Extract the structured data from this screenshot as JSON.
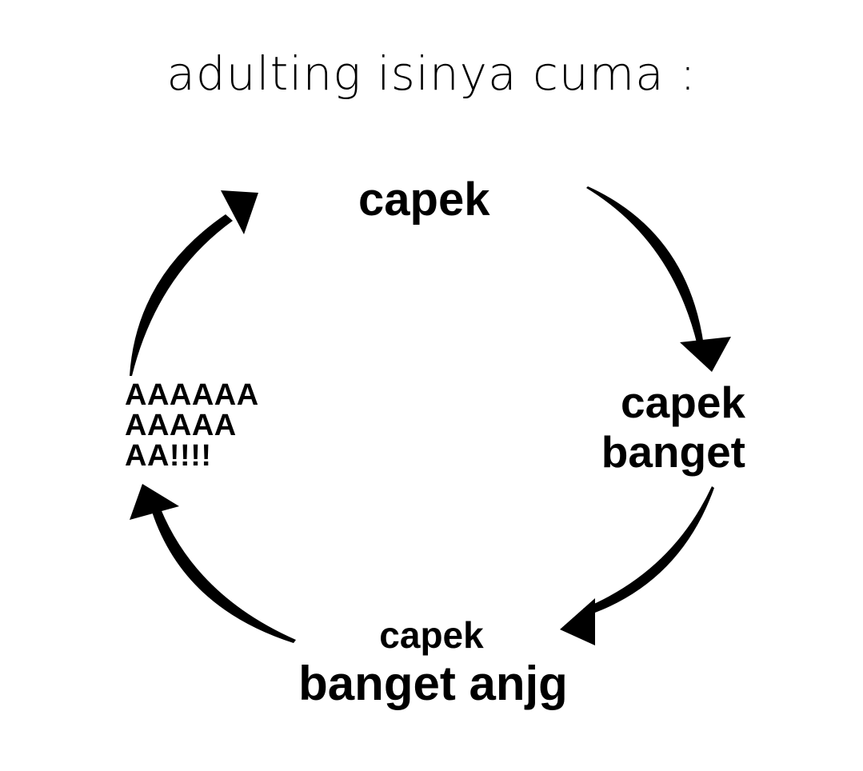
{
  "title": "adulting isinya cuma :",
  "cycle": {
    "top": "capek",
    "right": [
      "capek",
      "banget"
    ],
    "bottom": [
      "capek",
      "banget anjg"
    ],
    "left": [
      "AAAAAA",
      "AAAAA",
      "AA!!!!"
    ]
  },
  "colors": {
    "background": "#ffffff",
    "ink": "#000000"
  }
}
